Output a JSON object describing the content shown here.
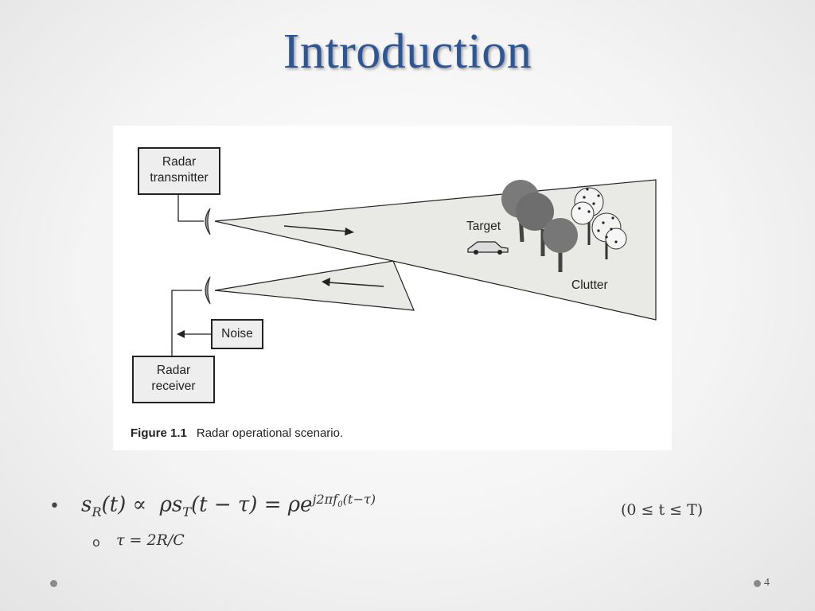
{
  "slide": {
    "title": "Introduction",
    "page_number": "4"
  },
  "figure": {
    "transmitter_label_1": "Radar",
    "transmitter_label_2": "transmitter",
    "noise_label": "Noise",
    "receiver_label_1": "Radar",
    "receiver_label_2": "receiver",
    "target_label": "Target",
    "clutter_label": "Clutter",
    "caption_number": "Figure 1.1",
    "caption_text": "Radar operational scenario."
  },
  "bullets": {
    "main": {
      "marker": "•",
      "s": "s",
      "R": "R",
      "t_paren": "(t) ∝ ",
      "rho_s": "ρs",
      "T": "T",
      "mid": "(t − τ) = ρe",
      "exp": "j2πf",
      "exp_sub": "0",
      "exp_tail": "(t−τ)",
      "range": "(0 ≤ t ≤ T)"
    },
    "sub": {
      "marker": "o",
      "text": "τ = 2R/C"
    }
  }
}
